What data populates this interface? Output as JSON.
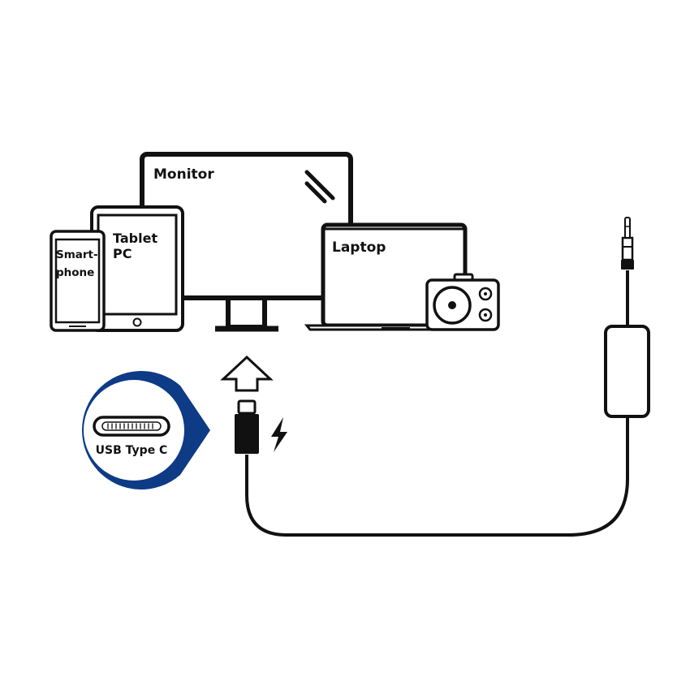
{
  "devices": {
    "monitor": {
      "label": "Monitor"
    },
    "tablet": {
      "label_line1": "Tablet",
      "label_line2": "PC"
    },
    "smartphone": {
      "label_line1": "Smart-",
      "label_line2": "phone"
    },
    "laptop": {
      "label": "Laptop"
    }
  },
  "badge": {
    "label": "USB Type C"
  },
  "icons": {
    "arrow": "arrow-up-icon",
    "connector": "usb-c-plug-icon",
    "charge": "lightning-bolt-icon",
    "jack": "audio-jack-plug-icon",
    "camera": "camera-icon"
  },
  "colors": {
    "badge_outer": "#0d3b85",
    "line": "#111111",
    "background": "#ffffff"
  }
}
